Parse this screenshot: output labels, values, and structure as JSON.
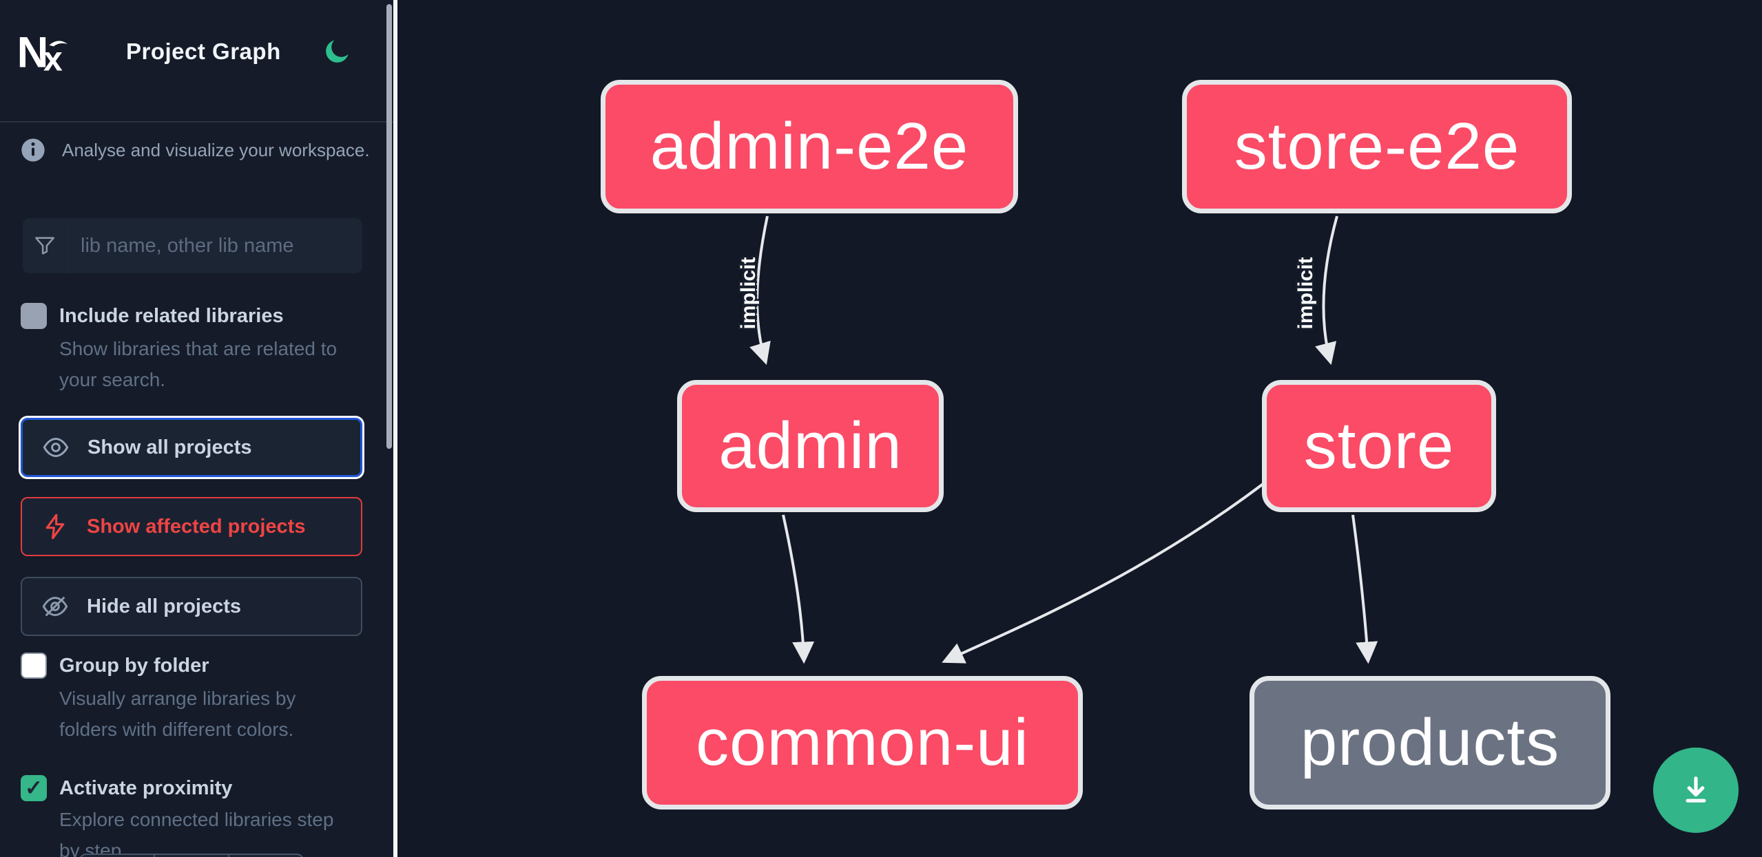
{
  "header": {
    "logo": "Nx",
    "title": "Project Graph",
    "theme_toggle_icon": "moon-icon"
  },
  "intro": {
    "icon": "info-icon",
    "text": "Analyse and visualize your workspace."
  },
  "search": {
    "icon": "funnel-icon",
    "placeholder": "lib name, other lib name",
    "value": ""
  },
  "include_related": {
    "label": "Include related libraries",
    "description": "Show libraries that are related to your search.",
    "checked": false
  },
  "actions": {
    "show_all": {
      "label": "Show all projects",
      "icon": "eye-icon",
      "selected": true
    },
    "show_affected": {
      "label": "Show affected projects",
      "icon": "bolt-icon",
      "selected": false
    },
    "hide_all": {
      "label": "Hide all projects",
      "icon": "eye-off-icon",
      "selected": false
    }
  },
  "group_by_folder": {
    "label": "Group by folder",
    "description": "Visually arrange libraries by folders with different colors.",
    "checked": false
  },
  "activate_proximity": {
    "label": "Activate proximity",
    "description_line1": "Explore connected libraries step",
    "description_line2": "by step.",
    "checked": true,
    "check_glyph": "✓"
  },
  "graph": {
    "nodes": [
      {
        "id": "admin-e2e",
        "label": "admin-e2e",
        "type": "app",
        "color": "#fb4b66"
      },
      {
        "id": "store-e2e",
        "label": "store-e2e",
        "type": "app",
        "color": "#fb4b66"
      },
      {
        "id": "admin",
        "label": "admin",
        "type": "app",
        "color": "#fb4b66"
      },
      {
        "id": "store",
        "label": "store",
        "type": "app",
        "color": "#fb4b66"
      },
      {
        "id": "common-ui",
        "label": "common-ui",
        "type": "lib",
        "color": "#fb4b66"
      },
      {
        "id": "products",
        "label": "products",
        "type": "lib",
        "color": "#6b7383"
      }
    ],
    "edges": [
      {
        "from": "admin-e2e",
        "to": "admin",
        "label": "implicit"
      },
      {
        "from": "store-e2e",
        "to": "store",
        "label": "implicit"
      },
      {
        "from": "admin",
        "to": "common-ui",
        "label": ""
      },
      {
        "from": "store",
        "to": "common-ui",
        "label": ""
      },
      {
        "from": "store",
        "to": "products",
        "label": ""
      }
    ]
  },
  "fab": {
    "icon": "download-icon"
  },
  "colors": {
    "sidebar_bg": "#151b28",
    "canvas_bg": "#131826",
    "node_pink": "#fb4b66",
    "node_gray": "#6b7383",
    "node_border": "#e4e7ea",
    "edge": "#e6e8ec",
    "accent_blue": "#2157d6",
    "accent_red": "#ef4444",
    "accent_green": "#35b789",
    "fab_green": "#32b588"
  }
}
